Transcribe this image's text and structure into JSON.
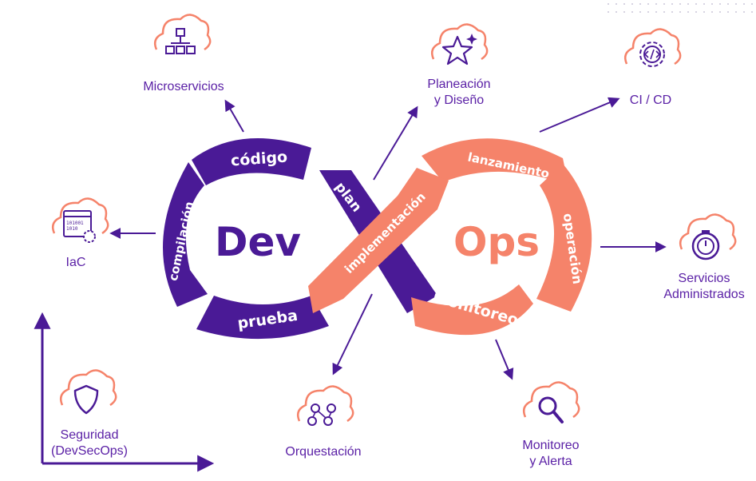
{
  "colors": {
    "dev": "#4a1a96",
    "ops": "#f5836a",
    "text": "#5b21a6",
    "icon_cloud": "#f5836a",
    "icon_stroke": "#4a1a96"
  },
  "loop": {
    "dev_word": "Dev",
    "ops_word": "Ops",
    "segments": {
      "codigo": "código",
      "compilacion": "compilación",
      "prueba": "prueba",
      "plan": "plan",
      "implementacion": "implementación",
      "lanzamiento": "lanzamiento",
      "operacion": "operación",
      "monitoreo": "monitoreo"
    }
  },
  "nodes": {
    "microservicios": {
      "label": "Microservicios",
      "icon": "cubes-network-icon"
    },
    "planeacion": {
      "label": "Planeación\ny Diseño",
      "icon": "star-sparkle-icon"
    },
    "cicd": {
      "label": "CI / CD",
      "icon": "code-gear-icon"
    },
    "iac": {
      "label": "IaC",
      "icon": "binary-window-gear-icon"
    },
    "servicios": {
      "label": "Servicios\nAdministrados",
      "icon": "stopwatch-icon"
    },
    "seguridad": {
      "label": "Seguridad\n(DevSecOps)",
      "icon": "shield-icon"
    },
    "orquestacion": {
      "label": "Orquestación",
      "icon": "people-network-icon"
    },
    "monitoreo_alerta": {
      "label": "Monitoreo\ny Alerta",
      "icon": "magnifier-icon"
    }
  }
}
